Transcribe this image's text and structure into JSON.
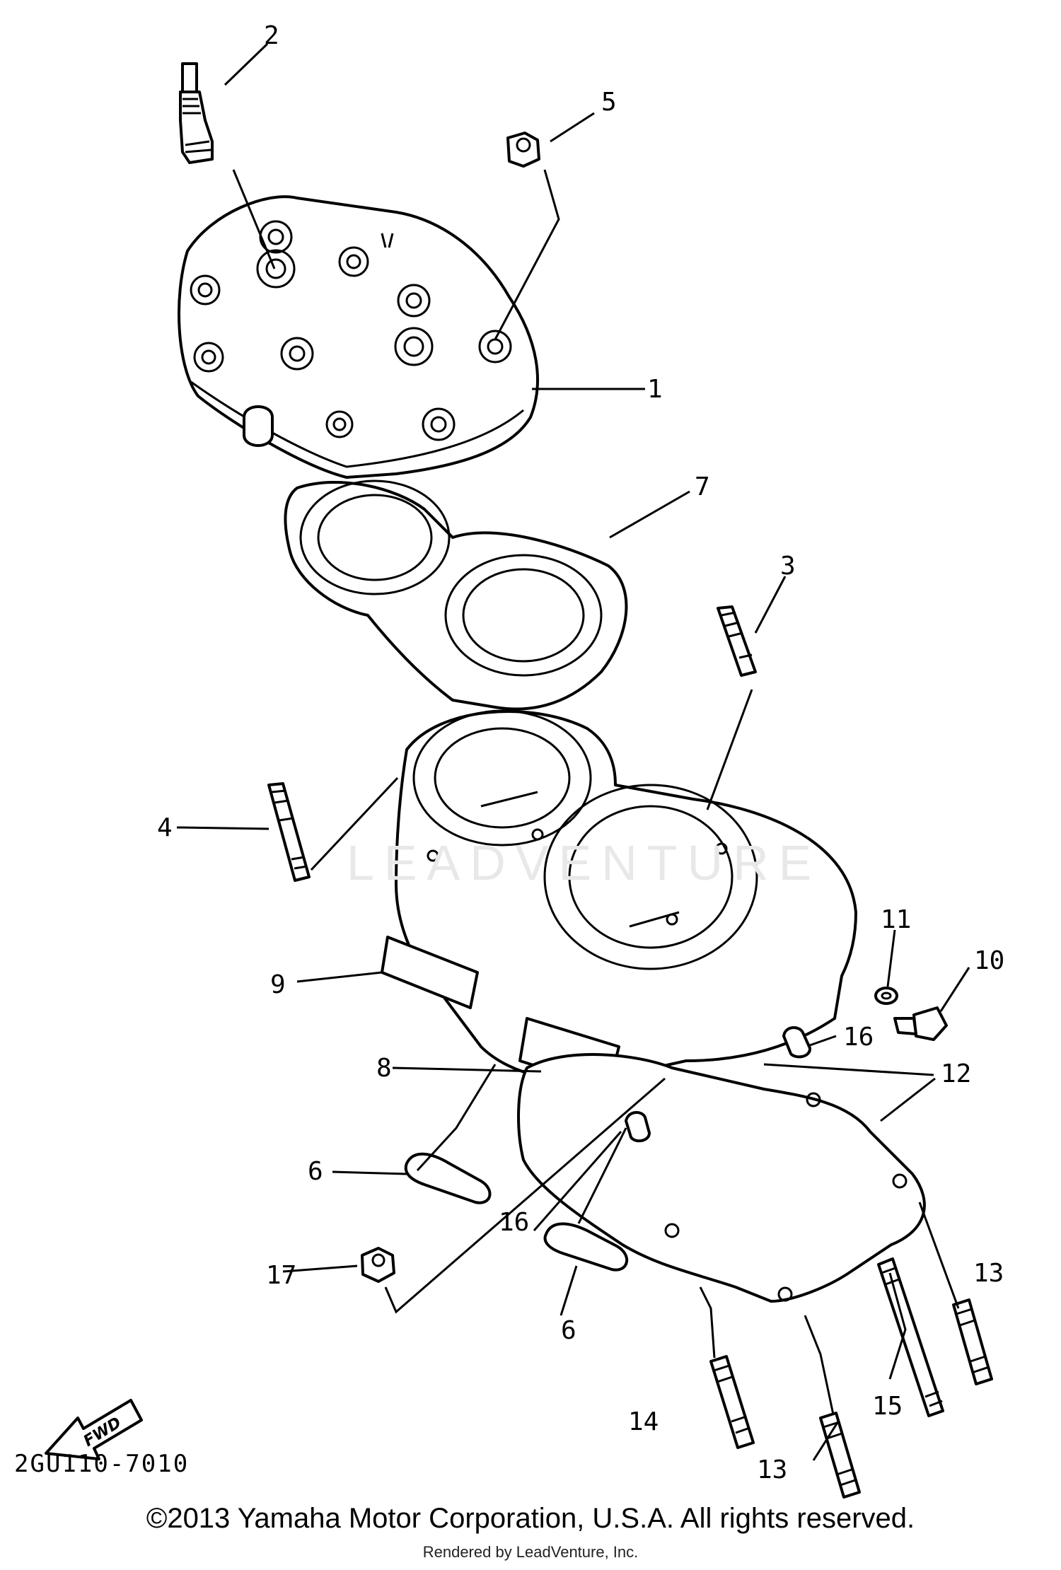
{
  "diagram": {
    "callouts": [
      {
        "id": "1",
        "text": "1"
      },
      {
        "id": "2",
        "text": "2"
      },
      {
        "id": "3",
        "text": "3"
      },
      {
        "id": "4",
        "text": "4"
      },
      {
        "id": "5",
        "text": "5"
      },
      {
        "id": "6a",
        "text": "6"
      },
      {
        "id": "6b",
        "text": "6"
      },
      {
        "id": "7",
        "text": "7"
      },
      {
        "id": "8",
        "text": "8"
      },
      {
        "id": "9",
        "text": "9"
      },
      {
        "id": "10",
        "text": "10"
      },
      {
        "id": "11",
        "text": "11"
      },
      {
        "id": "12",
        "text": "12"
      },
      {
        "id": "13a",
        "text": "13"
      },
      {
        "id": "13b",
        "text": "13"
      },
      {
        "id": "14",
        "text": "14"
      },
      {
        "id": "15",
        "text": "15"
      },
      {
        "id": "16a",
        "text": "16"
      },
      {
        "id": "16b",
        "text": "16"
      },
      {
        "id": "17",
        "text": "17"
      }
    ],
    "fwd_label": "FWD",
    "drawing_code": "2GU110-7010",
    "watermark": "LEADVENTURE"
  },
  "footer": {
    "copyright": "©2013 Yamaha Motor Corporation, U.S.A. All rights reserved.",
    "rendered_by": "Rendered by LeadVenture, Inc."
  }
}
